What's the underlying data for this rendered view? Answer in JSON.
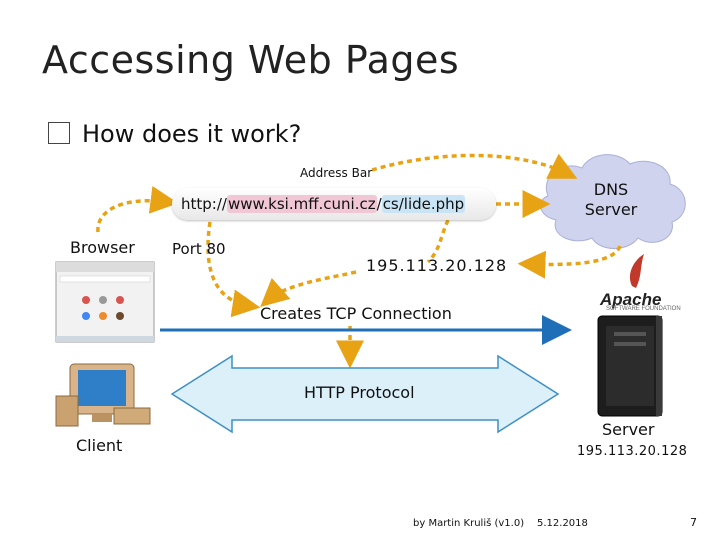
{
  "title": "Accessing Web Pages",
  "bullet": "How does it work?",
  "labels": {
    "address_bar": "Address Bar",
    "url_prefix": "http://",
    "url_domain": "www.ksi.mff.cuni.cz",
    "url_sep": "/",
    "url_path": "cs/lide.php",
    "browser": "Browser",
    "port": "Port 80",
    "ip": "195.113.20.128",
    "tcp": "Creates TCP Connection",
    "http": "HTTP Protocol",
    "client": "Client",
    "server": "Server",
    "server_ip": "195.113.20.128",
    "dns_line1": "DNS",
    "dns_line2": "Server",
    "apache": "Apache",
    "apache_sub": "SOFTWARE FOUNDATION"
  },
  "footer": {
    "author": "by Martin Kruliš (v1.0)",
    "date": "5.12.2018",
    "page": "7"
  },
  "colors": {
    "dashed_arrow": "#e8a315",
    "tcp_arrow": "#1f6fb8",
    "http_arrow_fill": "#dcf0fa",
    "http_arrow_stroke": "#3d8fc6",
    "dns_cloud": "#cfd3ee",
    "url_domain_highlight": "#f1c7d6",
    "url_path_highlight": "#c9e4f5"
  }
}
